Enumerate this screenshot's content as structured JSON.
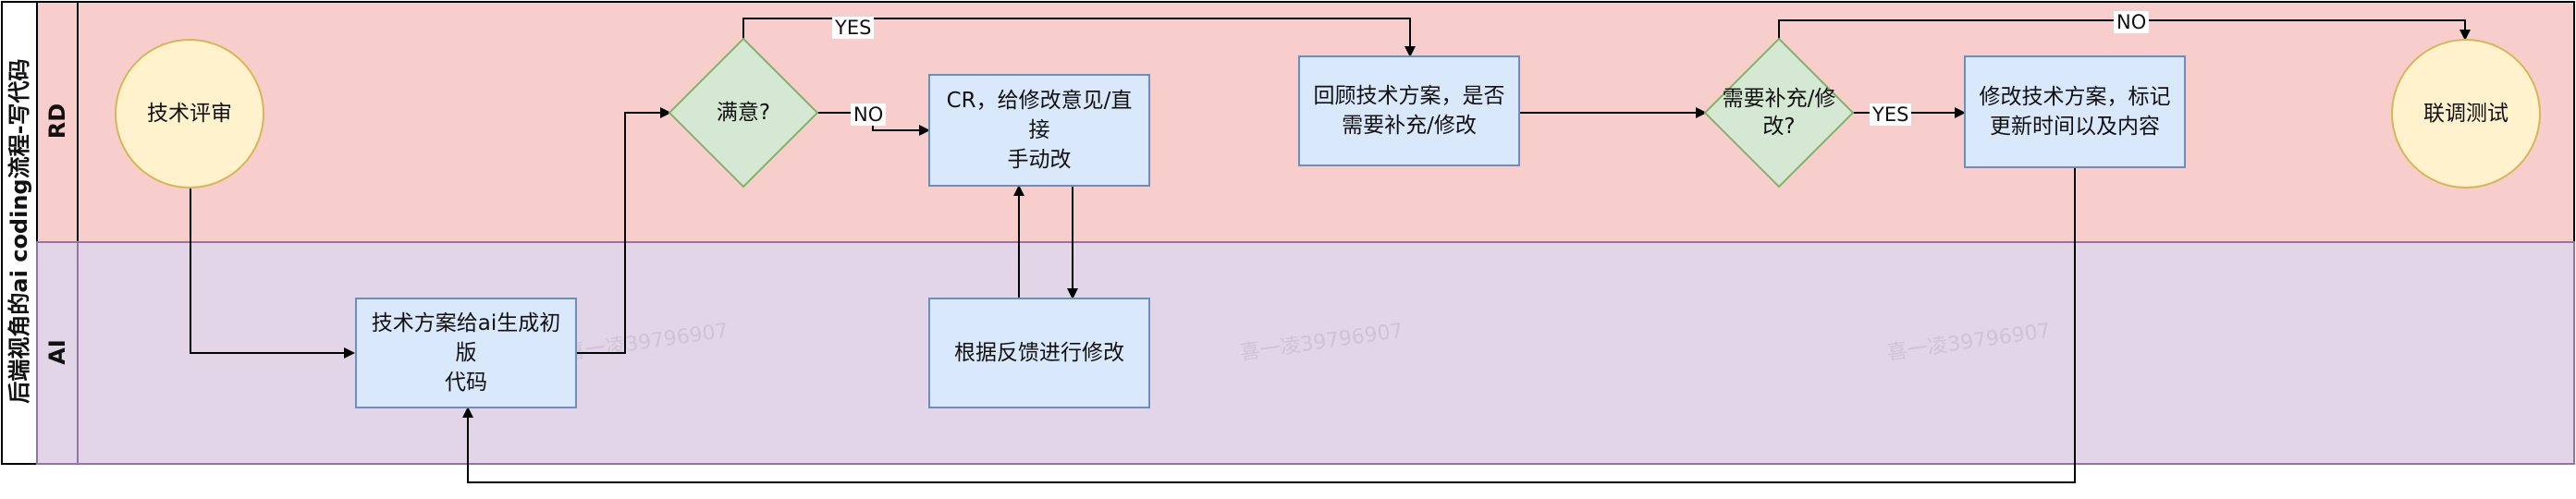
{
  "diagram": {
    "pool_title": "后端视角的ai coding流程-写代码",
    "lanes": [
      {
        "id": "rd",
        "title": "RD",
        "color": "#f8cecc"
      },
      {
        "id": "ai",
        "title": "AI",
        "color": "#e1d5e7"
      }
    ],
    "nodes": {
      "tech_review": "技术评审",
      "ai_first_draft": "技术方案给ai生成初版\n代码",
      "satisfied": "满意?",
      "cr": "CR，给修改意见/直接\n手动改",
      "ai_revise": "根据反馈进行修改",
      "review_plan": "回顾技术方案，是否\n需要补充/修改",
      "need_change": "需要补充/修\n改?",
      "modify_plan": "修改技术方案，标记\n更新时间以及内容",
      "joint_test": "联调测试"
    },
    "edge_labels": {
      "satisfied_yes": "YES",
      "satisfied_no": "NO",
      "need_change_yes": "YES",
      "need_change_no": "NO"
    },
    "watermark": "喜一凌39796907",
    "colors": {
      "process_fill": "#dae8fc",
      "process_stroke": "#6c8ebf",
      "terminal_fill": "#fff2cc",
      "terminal_stroke": "#d6b656",
      "decision_fill": "#d5e8d4",
      "decision_stroke": "#82b366"
    }
  }
}
